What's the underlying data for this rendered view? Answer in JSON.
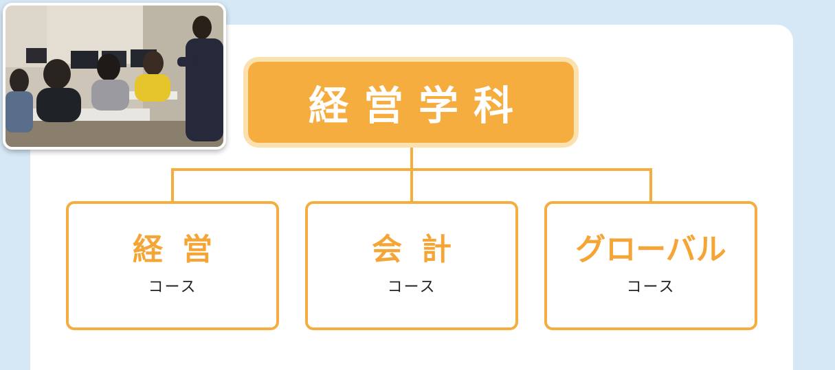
{
  "diagram": {
    "title": "経営学科",
    "courses": [
      {
        "name": "経営",
        "sub": "コース"
      },
      {
        "name": "会計",
        "sub": "コース"
      },
      {
        "name": "グローバル",
        "sub": "コース"
      }
    ]
  },
  "colors": {
    "background": "#d6e8f5",
    "accent": "#f5ad40",
    "title_border": "#fbe1ae",
    "card": "#ffffff"
  },
  "photo": {
    "icon": "classroom-photo"
  }
}
